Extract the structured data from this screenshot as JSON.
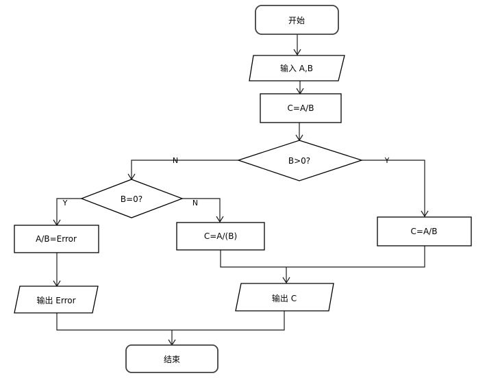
{
  "diagram": {
    "type": "flowchart",
    "nodes": {
      "start": {
        "label": "开始",
        "shape": "terminator"
      },
      "input": {
        "label": "输入 A,B",
        "shape": "parallelogram"
      },
      "calc1": {
        "label": "C=A/B",
        "shape": "process"
      },
      "dec1": {
        "label": "B>0?",
        "shape": "decision"
      },
      "dec2": {
        "label": "B=0?",
        "shape": "decision"
      },
      "error": {
        "label": "A/B=Error",
        "shape": "process"
      },
      "calc2": {
        "label": "C=A/(B)",
        "shape": "process"
      },
      "calc3": {
        "label": "C=A/B",
        "shape": "process"
      },
      "outErr": {
        "label": "输出 Error",
        "shape": "parallelogram"
      },
      "outC": {
        "label": "输出 C",
        "shape": "parallelogram"
      },
      "end": {
        "label": "结束",
        "shape": "terminator"
      }
    },
    "edges": [
      {
        "from": "start",
        "to": "input",
        "label": ""
      },
      {
        "from": "input",
        "to": "calc1",
        "label": ""
      },
      {
        "from": "calc1",
        "to": "dec1",
        "label": ""
      },
      {
        "from": "dec1",
        "to": "dec2",
        "label": "N"
      },
      {
        "from": "dec1",
        "to": "calc3",
        "label": "Y"
      },
      {
        "from": "dec2",
        "to": "error",
        "label": "Y"
      },
      {
        "from": "dec2",
        "to": "calc2",
        "label": "N"
      },
      {
        "from": "error",
        "to": "outErr",
        "label": ""
      },
      {
        "from": "calc2",
        "to": "outC",
        "label": ""
      },
      {
        "from": "calc3",
        "to": "outC",
        "label": ""
      },
      {
        "from": "outErr",
        "to": "end",
        "label": ""
      },
      {
        "from": "outC",
        "to": "end",
        "label": ""
      }
    ]
  }
}
